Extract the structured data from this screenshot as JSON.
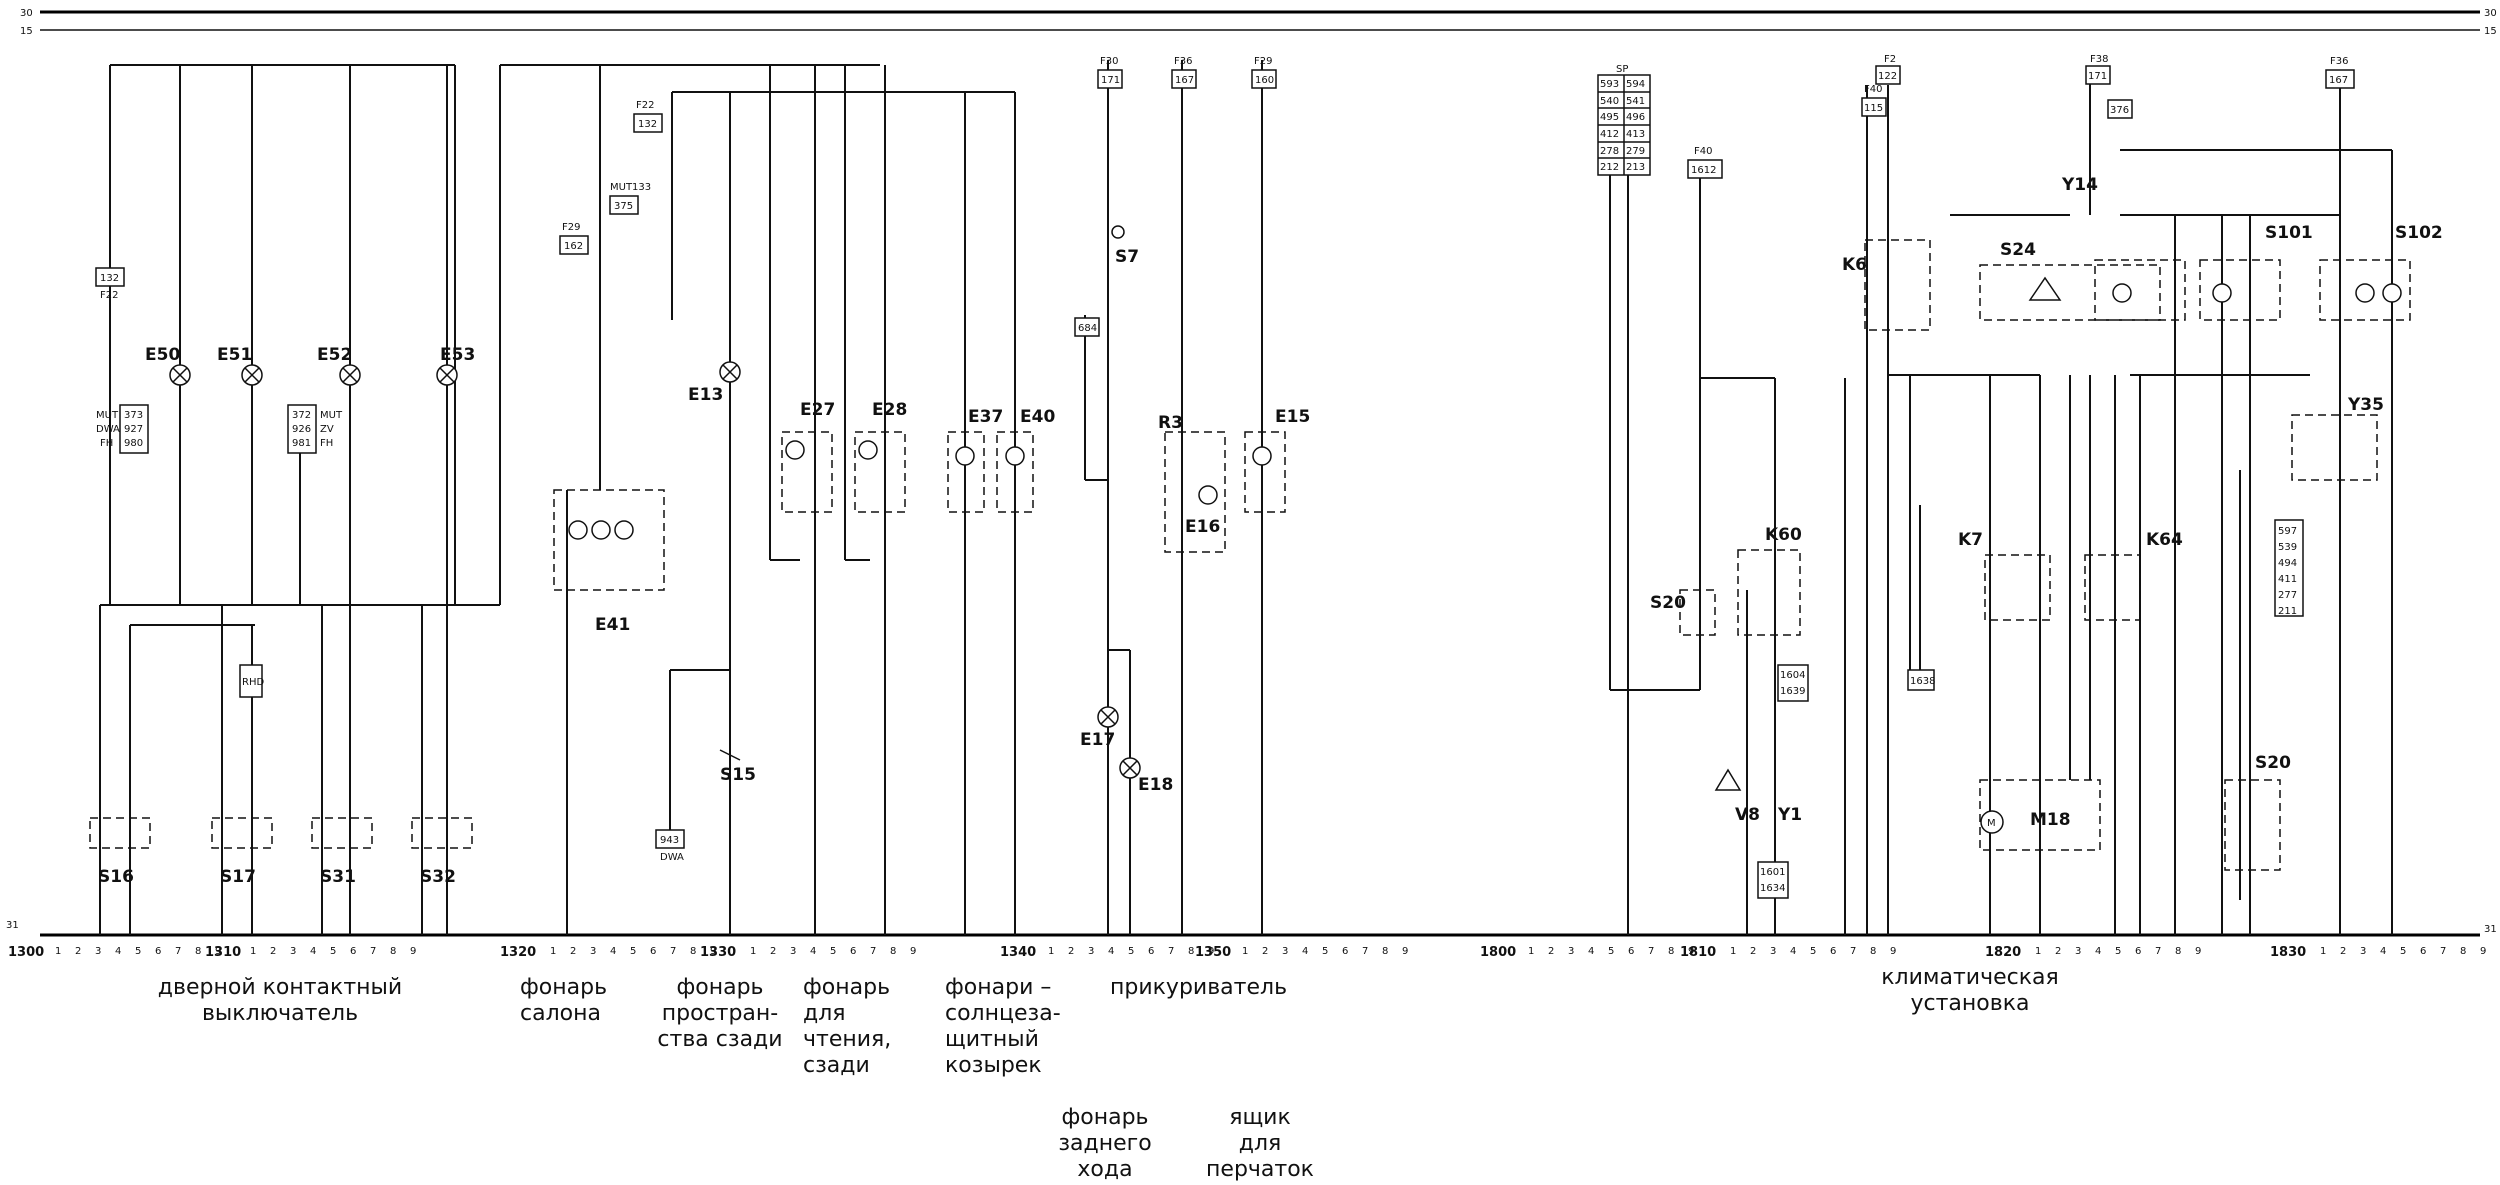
{
  "rails": {
    "left_top": "30",
    "left_second": "15",
    "right_top": "30",
    "right_second": "15",
    "left_bottom": "31",
    "right_bottom": "31"
  },
  "ruler": {
    "major_left": [
      "1300",
      "1310",
      "1320",
      "1330",
      "1340",
      "1350"
    ],
    "major_right": [
      "1800",
      "1810",
      "1820",
      "1830"
    ]
  },
  "captions": {
    "door_switch": "дверной контактный\nвыключатель",
    "cabin_lamp": "фонарь\nсалона",
    "rear_space_lamp": "фонарь\nпростран-\nства сзади",
    "reading_lamp": "фонарь\nдля\nчтения,\nсзади",
    "visor_lamps": "фонари –\nсолнцеза-\nщитный\nкозырек",
    "lighter": "прикуриватель",
    "climate": "климатическая установка",
    "reverse_lamp": "фонарь\nзаднего\nхода",
    "glovebox": "ящик\nдля\nперчаток"
  },
  "components": {
    "E50": "E50",
    "E51": "E51",
    "E52": "E52",
    "E53": "E53",
    "E13": "E13",
    "E27": "E27",
    "E28": "E28",
    "E37": "E37",
    "E40": "E40",
    "E41": "E41",
    "E15": "E15",
    "E16": "E16",
    "E17": "E17",
    "E18": "E18",
    "R3": "R3",
    "S7": "S7",
    "S15": "S15",
    "S16": "S16",
    "S17": "S17",
    "S31": "S31",
    "S32": "S32",
    "S20a": "S20",
    "S20b": "S20",
    "S24": "S24",
    "S101": "S101",
    "S102": "S102",
    "K6": "K6",
    "K7": "K7",
    "K60": "K60",
    "K64": "K64",
    "M18": "M18",
    "V8": "V8",
    "Y1": "Y1",
    "Y14": "Y14",
    "Y35": "Y35"
  },
  "fuses": {
    "F22a": "F22",
    "F22a_box": "132",
    "F22b": "F22",
    "F22b_box": "132",
    "F29a": "F29",
    "F29a_box": "162",
    "F30": "F30",
    "F30_box": "171",
    "F36a": "F36",
    "F36a_box": "167",
    "F29b": "F29",
    "F29b_box": "160",
    "F40a": "F40",
    "F40a_box": "1612",
    "F40b": "F40",
    "F40b_box": "115",
    "F2": "F2",
    "F2_box": "122",
    "F38": "F38",
    "F38_box": "171",
    "F36b": "F36",
    "F36b_box": "167",
    "F360_box": "376"
  },
  "codes": {
    "mut_left": [
      "373",
      "927",
      "980"
    ],
    "mut_left_tags": [
      "MUT",
      "DWA",
      "FH"
    ],
    "mut_mid": [
      "372",
      "926",
      "981"
    ],
    "mut_mid_tags": [
      "MUT",
      "ZV",
      "FH"
    ],
    "mut133": "MUT133",
    "mut133_box": "375",
    "dwa_box": "943",
    "dwa_tag": "DWA",
    "sp_grid": [
      "593",
      "594",
      "540",
      "541",
      "495",
      "496",
      "412",
      "413",
      "278",
      "279",
      "212",
      "213"
    ],
    "sp_tag": "SP",
    "k60_codes": [
      "1604",
      "1639"
    ],
    "y1_codes": [
      "1601",
      "1634"
    ],
    "b1638": "1638",
    "right_col": [
      "597",
      "539",
      "494",
      "411",
      "277",
      "211"
    ],
    "f684_box": "684",
    "rhd_box": "RHD"
  }
}
